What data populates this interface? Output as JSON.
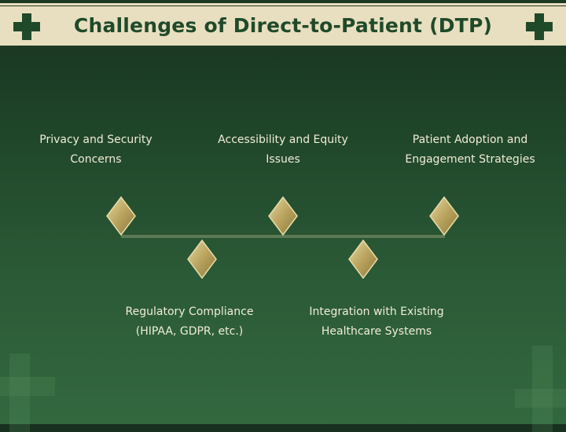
{
  "header": {
    "title": "Challenges of Direct-to-Patient (DTP)",
    "left_icon": "cross-icon",
    "right_icon": "cross-icon"
  },
  "colors": {
    "header_bg": "#e8dfc0",
    "title_color": "#1f4a2a",
    "background_top": "#18301f",
    "background_bottom": "#33683f",
    "diamond_gold": "#c9b46a"
  },
  "timeline": {
    "top_items": [
      {
        "label": "Privacy and Security\nConcerns"
      },
      {
        "label": "Accessibility and Equity\nIssues"
      },
      {
        "label": "Patient Adoption and\nEngagement Strategies"
      }
    ],
    "bottom_items": [
      {
        "label": "Regulatory Compliance\n(HIPAA, GDPR, etc.)"
      },
      {
        "label": "Integration with Existing\nHealthcare Systems"
      }
    ]
  }
}
